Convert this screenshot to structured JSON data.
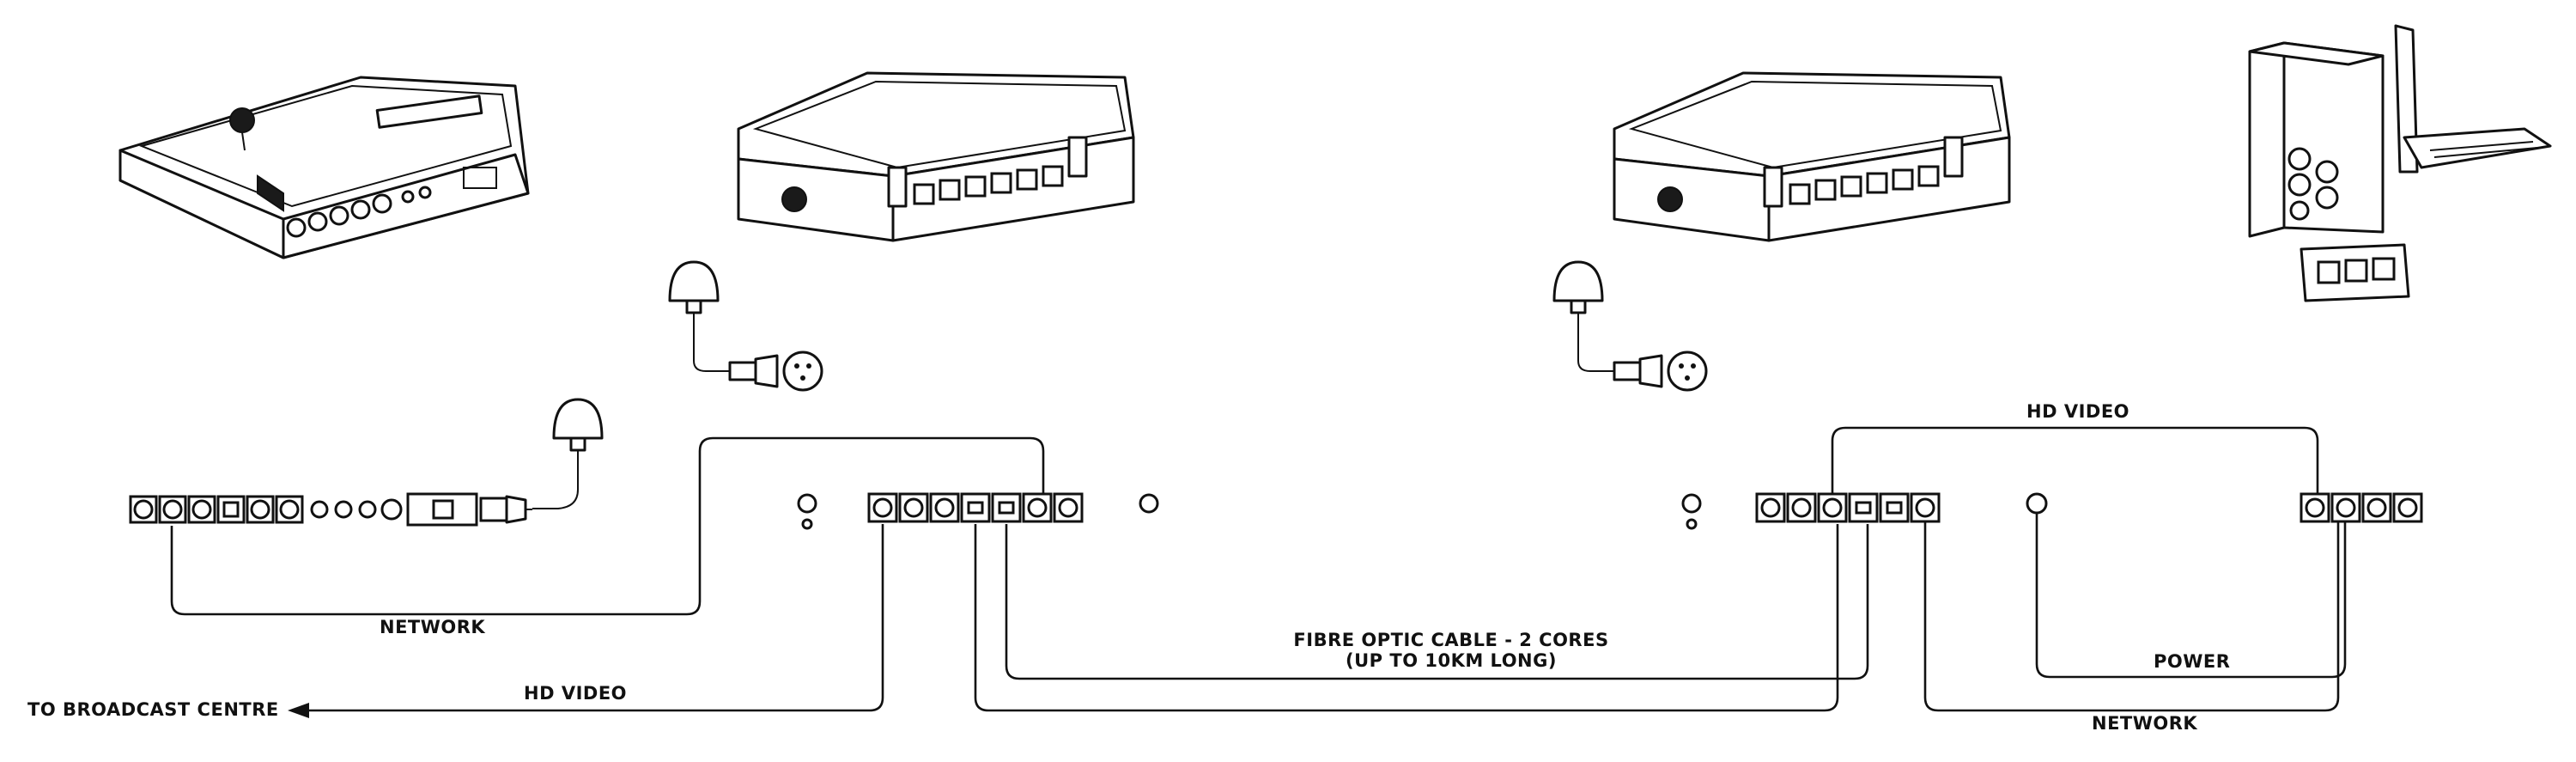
{
  "labels": {
    "network_left": "NETWORK",
    "hd_video_left": "HD VIDEO",
    "broadcast": "TO BROADCAST CENTRE",
    "fibre_line1": "FIBRE OPTIC CABLE - 2 CORES",
    "fibre_line2": "(UP TO 10KM LONG)",
    "hd_video_right": "HD VIDEO",
    "power": "POWER",
    "network_right": "NETWORK"
  },
  "colors": {
    "line": "#111111",
    "background": "#ffffff"
  },
  "devices": [
    {
      "name": "control-panel",
      "icon": "control-panel-illustration"
    },
    {
      "name": "base-station-case",
      "icon": "rugged-case-illustration"
    },
    {
      "name": "camera-adapter-case",
      "icon": "rugged-case-illustration"
    },
    {
      "name": "broadcast-camera",
      "icon": "camera-illustration"
    }
  ]
}
